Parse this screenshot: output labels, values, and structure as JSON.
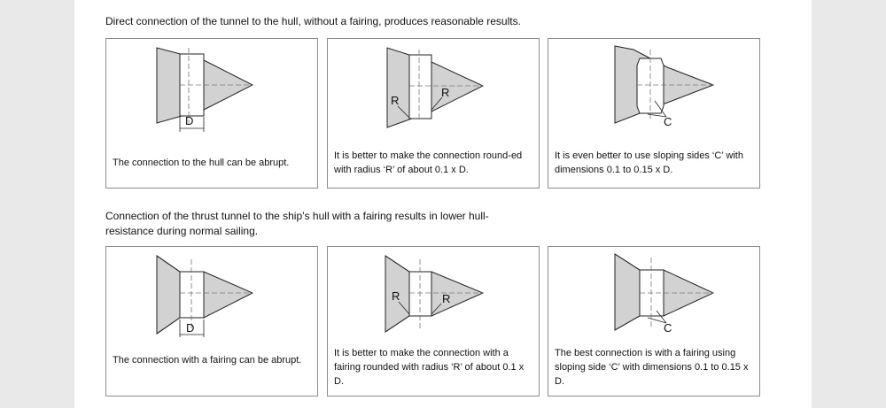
{
  "sections": [
    {
      "intro": "Direct connection of the tunnel to the hull, without a fairing, produces reasonable results.",
      "panels": [
        {
          "caption": "The connection to the hull can be abrupt.",
          "label": "D"
        },
        {
          "caption": "It is better to make the connection round-ed with radius ‘R’ of about 0.1 x D.",
          "label": "R"
        },
        {
          "caption": "It is even better to use sloping sides ‘C’ with dimensions 0.1 to 0.15 x D.",
          "label": "C"
        }
      ]
    },
    {
      "intro": "Connection of the thrust tunnel to the ship’s hull with a fairing results in lower hull-resistance during normal sailing.",
      "panels": [
        {
          "caption": "The connection with a fairing can be abrupt.",
          "label": "D"
        },
        {
          "caption": "It is better to make the connection with a fairing rounded with radius ‘R’ of about 0.1 x D.",
          "label": "R"
        },
        {
          "caption": "The best connection is with a fairing using sloping side ‘C’ with dimensions 0.1 to 0.15 x D.",
          "label": "C"
        }
      ]
    }
  ]
}
